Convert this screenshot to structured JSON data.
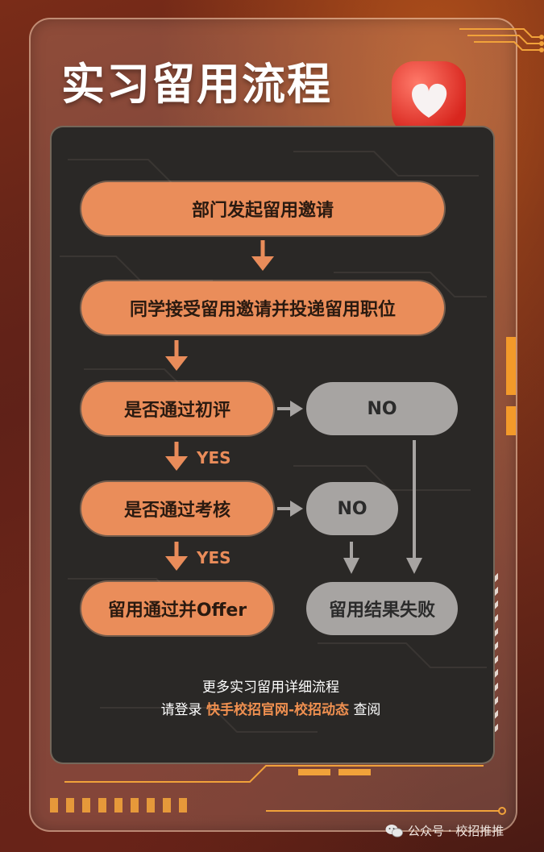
{
  "title": "实习留用流程",
  "colors": {
    "accent_orange": "#ea8d5a",
    "node_grey": "#a7a4a2",
    "highlight_text": "#f09050",
    "panel_dark": "#2a2826"
  },
  "nodes": {
    "step1": "部门发起留用邀请",
    "step2": "同学接受留用邀请并投递留用职位",
    "step3": "是否通过初评",
    "step3_no": "NO",
    "step4": "是否通过考核",
    "step4_no": "NO",
    "step5": "留用通过并Offer",
    "fail": "留用结果失败"
  },
  "edge_labels": {
    "yes1": "YES",
    "yes2": "YES"
  },
  "footer": {
    "line1": "更多实习留用详细流程",
    "line2_pre": "请登录",
    "line2_link": "快手校招官网-校招动态",
    "line2_post": "查阅"
  },
  "watermark": {
    "text": "公众号 · 校招推推",
    "icon": "wechat-icon"
  },
  "decor": {
    "badge_icon": "heart-bubble-icon"
  }
}
